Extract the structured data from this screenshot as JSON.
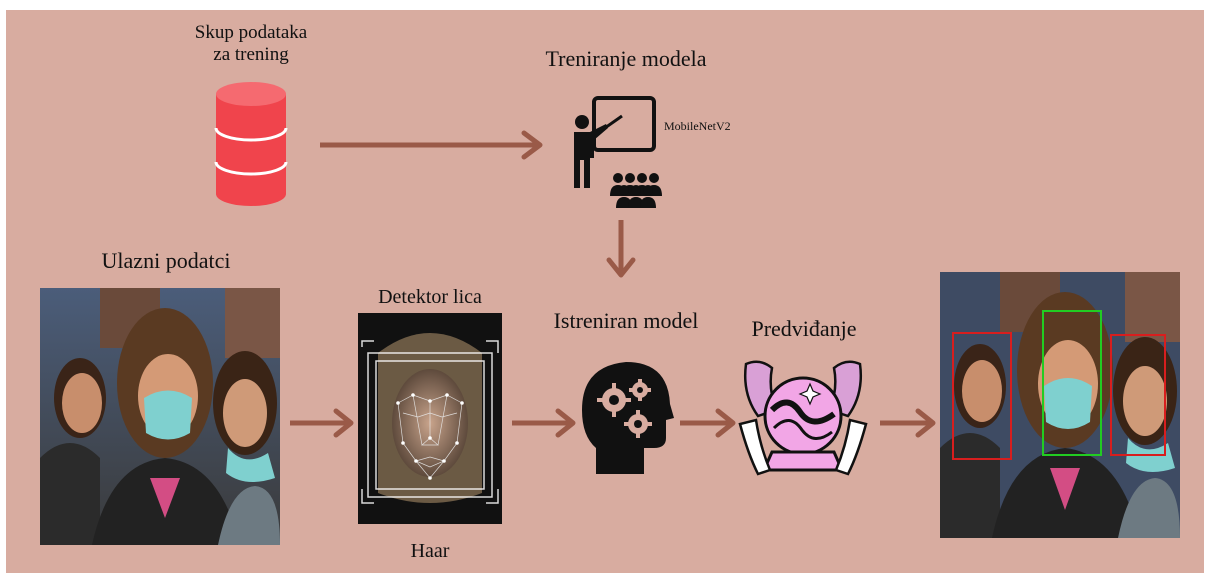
{
  "diagram": {
    "dataset": {
      "title_line1": "Skup podataka",
      "title_line2": "za trening"
    },
    "training": {
      "title": "Treniranje modela",
      "model_name": "MobileNetV2"
    },
    "input": {
      "title": "Ulazni podatci"
    },
    "detector": {
      "title": "Detektor lica",
      "subtitle": "Haar"
    },
    "trained": {
      "title": "Istreniran model"
    },
    "prediction": {
      "title": "Predviđanje"
    }
  },
  "colors": {
    "background": "#d8aca0",
    "arrow": "#9a5a48",
    "database": "#f0444c",
    "icon": "#111111",
    "crystal_ball": "#f2a6e6",
    "no_mask_box": "#d81e1e",
    "mask_box": "#22cc22"
  },
  "icons": {
    "dataset": "database-icon",
    "training": "teacher-presentation-icon",
    "trained": "head-gears-icon",
    "prediction": "crystal-ball-icon"
  }
}
